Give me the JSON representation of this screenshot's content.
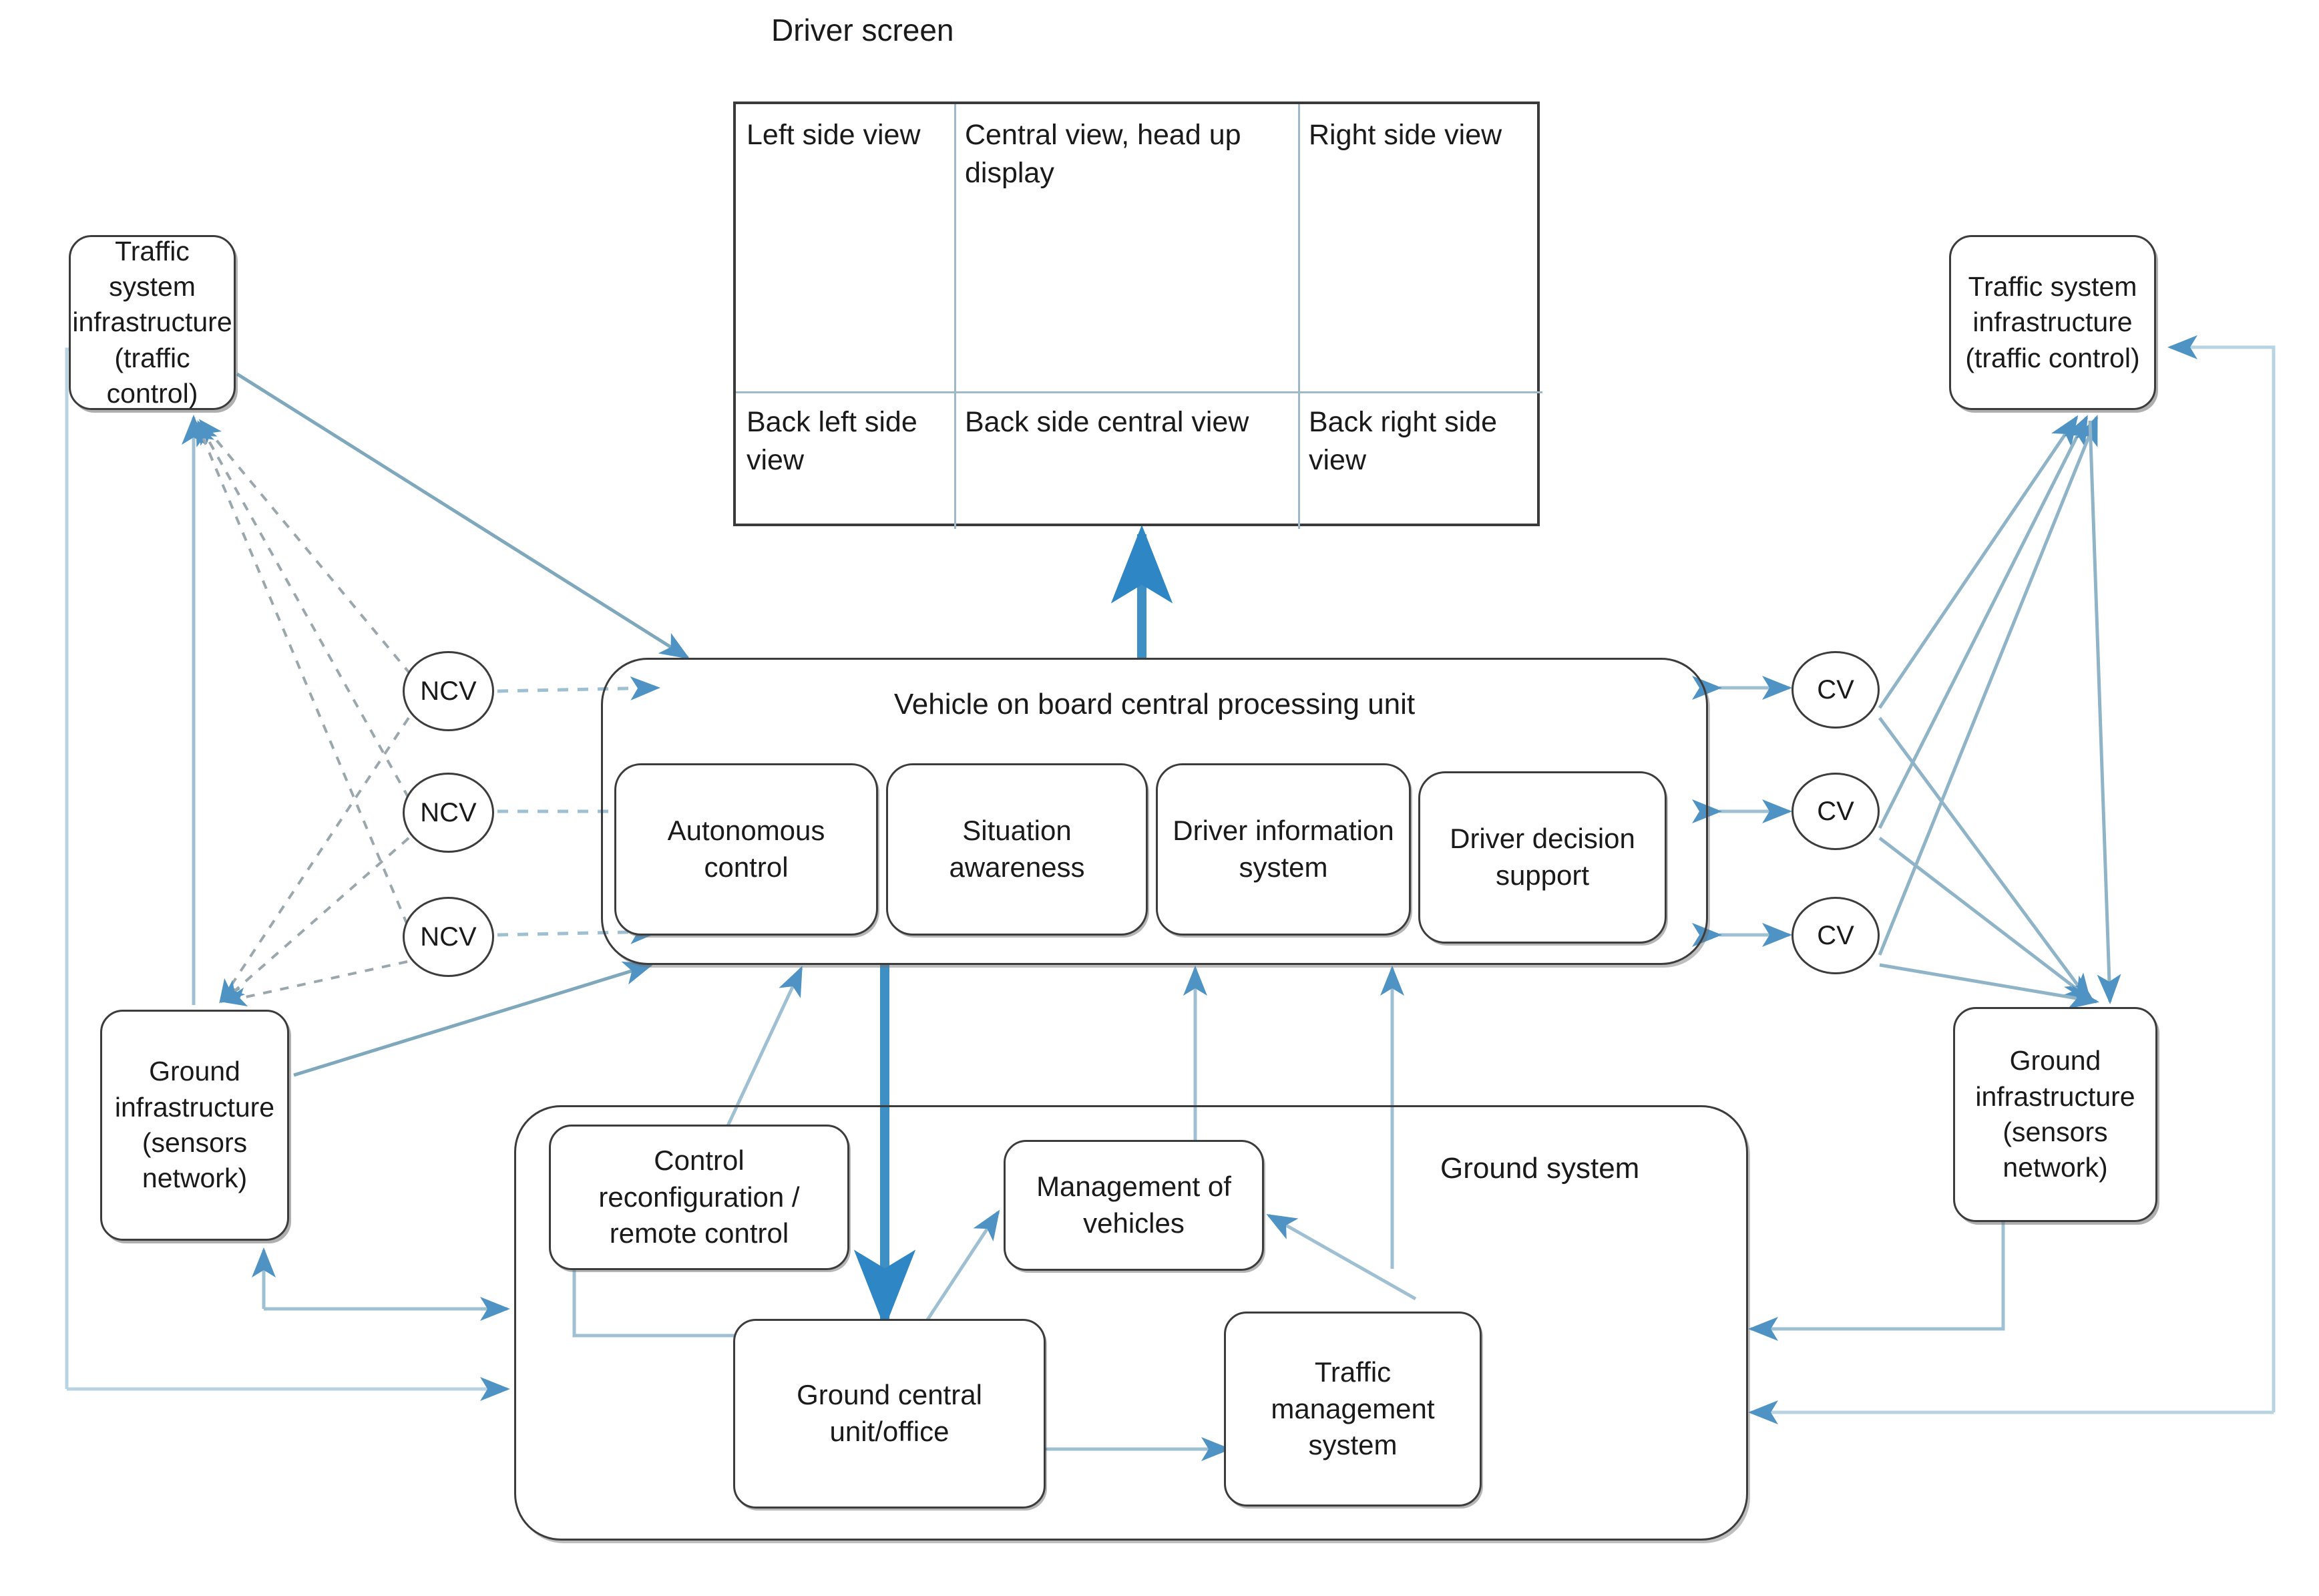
{
  "diagram": {
    "title_label": "Driver screen",
    "driver_screen": {
      "name": "driver-screen",
      "cells": [
        "Left side view",
        "Central view, head up display",
        "Right side view",
        "Back left side view",
        "Back side central view",
        "Back right side view"
      ]
    },
    "left_column": {
      "traffic_system": "Traffic system infrastructure (traffic control)",
      "ground_infrastructure": "Ground infrastructure (sensors network)",
      "ncv_nodes": [
        "NCV",
        "NCV",
        "NCV"
      ]
    },
    "right_column": {
      "traffic_system": "Traffic system infrastructure (traffic control)",
      "ground_infrastructure": "Ground infrastructure (sensors network)",
      "cv_nodes": [
        "CV",
        "CV",
        "CV"
      ]
    },
    "vehicle_unit": {
      "title": "Vehicle on board central processing unit",
      "modules": [
        "Autonomous control",
        "Situation awareness",
        "Driver information system",
        "Driver decision support"
      ]
    },
    "ground_system": {
      "title": "Ground system",
      "modules": [
        "Control reconfiguration / remote control",
        "Management of vehicles",
        "Ground central unit/office",
        "Traffic management system"
      ]
    },
    "colors": {
      "connector": "#6aa8cf",
      "connector_light": "#9fb9c9",
      "node_border": "#3c3c3c",
      "emphasis_connector": "#3d8fc4"
    }
  }
}
